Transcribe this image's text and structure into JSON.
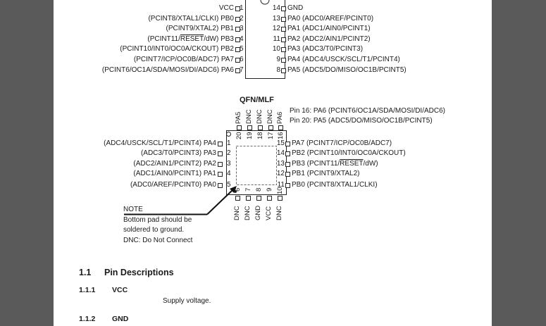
{
  "soic": {
    "left": [
      {
        "label_parts": [
          "VCC"
        ],
        "num": "1"
      },
      {
        "label_parts": [
          "(PCINT8/XTAL1/CLKI) PB0"
        ],
        "num": "2"
      },
      {
        "label_parts": [
          "(PCINT9/XTAL2) PB1"
        ],
        "num": "3"
      },
      {
        "label_parts": [
          "(PCINT11/",
          "RESET",
          "/dW) PB3"
        ],
        "num": "4"
      },
      {
        "label_parts": [
          "(PCINT10/INT0/OC0A/CKOUT) PB2"
        ],
        "num": "5"
      },
      {
        "label_parts": [
          "(PCINT7/ICP/OC0B/ADC7) PA7"
        ],
        "num": "6"
      },
      {
        "label_parts": [
          "(PCINT6/OC1A/SDA/MOSI/DI/ADC6) PA6"
        ],
        "num": "7"
      }
    ],
    "right": [
      {
        "num": "14",
        "label_parts": [
          "GND"
        ]
      },
      {
        "num": "13",
        "label_parts": [
          "PA0 (ADC0/AREF/PCINT0)"
        ]
      },
      {
        "num": "12",
        "label_parts": [
          "PA1 (ADC1/AIN0/PCINT1)"
        ]
      },
      {
        "num": "11",
        "label_parts": [
          "PA2 (ADC2/AIN1/PCINT2)"
        ]
      },
      {
        "num": "10",
        "label_parts": [
          "PA3 (ADC3/T0/PCINT3)"
        ]
      },
      {
        "num": "9",
        "label_parts": [
          "PA4 (ADC4/USCK/SCL/T1/PCINT4)"
        ]
      },
      {
        "num": "8",
        "label_parts": [
          "PA5 (ADC5/DO/MISO/OC1B/PCINT5)"
        ]
      }
    ]
  },
  "qfn": {
    "title": "QFN/MLF",
    "pin_notes": [
      "Pin 16:  PA6 (PCINT6/OC1A/SDA/MOSI/DI/ADC6)",
      "Pin 20:  PA5 (ADC5/DO/MISO/OC1B/PCINT5)"
    ],
    "top_labels": [
      "PA5",
      "DNC",
      "DNC",
      "DNC",
      "PA6"
    ],
    "top_nums": [
      "20",
      "19",
      "18",
      "17",
      "16"
    ],
    "bottom_nums": [
      "6",
      "7",
      "8",
      "9",
      "10"
    ],
    "bottom_labels": [
      "DNC",
      "DNC",
      "GND",
      "VCC",
      "DNC"
    ],
    "left": [
      {
        "label": "(ADC4/USCK/SCL/T1/PCINT4) PA4",
        "num": "1"
      },
      {
        "label": "(ADC3/T0/PCINT3) PA3",
        "num": "2"
      },
      {
        "label": "(ADC2/AIN1/PCINT2) PA2",
        "num": "3"
      },
      {
        "label": "(ADC1/AIN0/PCINT1) PA1",
        "num": "4"
      },
      {
        "label": "(ADC0/AREF/PCINT0) PA0",
        "num": "5"
      }
    ],
    "right": [
      {
        "num": "15",
        "label_parts": [
          "PA7 (PCINT7/ICP/OC0B/ADC7)"
        ]
      },
      {
        "num": "14",
        "label_parts": [
          "PB2 (PCINT10/INT0/OC0A/CKOUT)"
        ]
      },
      {
        "num": "13",
        "label_parts": [
          "PB3 (PCINT11/",
          "RESET",
          "/dW)"
        ]
      },
      {
        "num": "12",
        "label_parts": [
          "PB1 (PCINT9/XTAL2)"
        ]
      },
      {
        "num": "11",
        "label_parts": [
          "PB0 (PCINT8/XTAL1/CLKI)"
        ]
      }
    ]
  },
  "note": {
    "heading": "NOTE",
    "lines": [
      "Bottom pad should be",
      "soldered to ground.",
      "DNC: Do Not Connect"
    ]
  },
  "sections": {
    "s1": {
      "num": "1.1",
      "title": "Pin Descriptions"
    },
    "s2": {
      "num": "1.1.1",
      "title": "VCC",
      "text": "Supply voltage."
    },
    "s3": {
      "num": "1.1.2",
      "title": "GND"
    }
  }
}
